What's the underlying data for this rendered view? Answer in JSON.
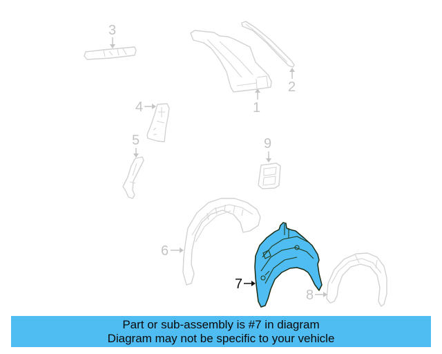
{
  "diagram": {
    "highlighted_part": "7",
    "highlight_color": "#4fbcf2",
    "callouts": [
      {
        "id": "1",
        "label": "1"
      },
      {
        "id": "2",
        "label": "2"
      },
      {
        "id": "3",
        "label": "3"
      },
      {
        "id": "4",
        "label": "4"
      },
      {
        "id": "5",
        "label": "5"
      },
      {
        "id": "6",
        "label": "6"
      },
      {
        "id": "7",
        "label": "7"
      },
      {
        "id": "8",
        "label": "8"
      },
      {
        "id": "9",
        "label": "9"
      }
    ]
  },
  "banner": {
    "line1": "Part or sub-assembly is #7 in diagram",
    "line2": "Diagram may not be specific to your vehicle",
    "background": "#4fbcf2"
  }
}
